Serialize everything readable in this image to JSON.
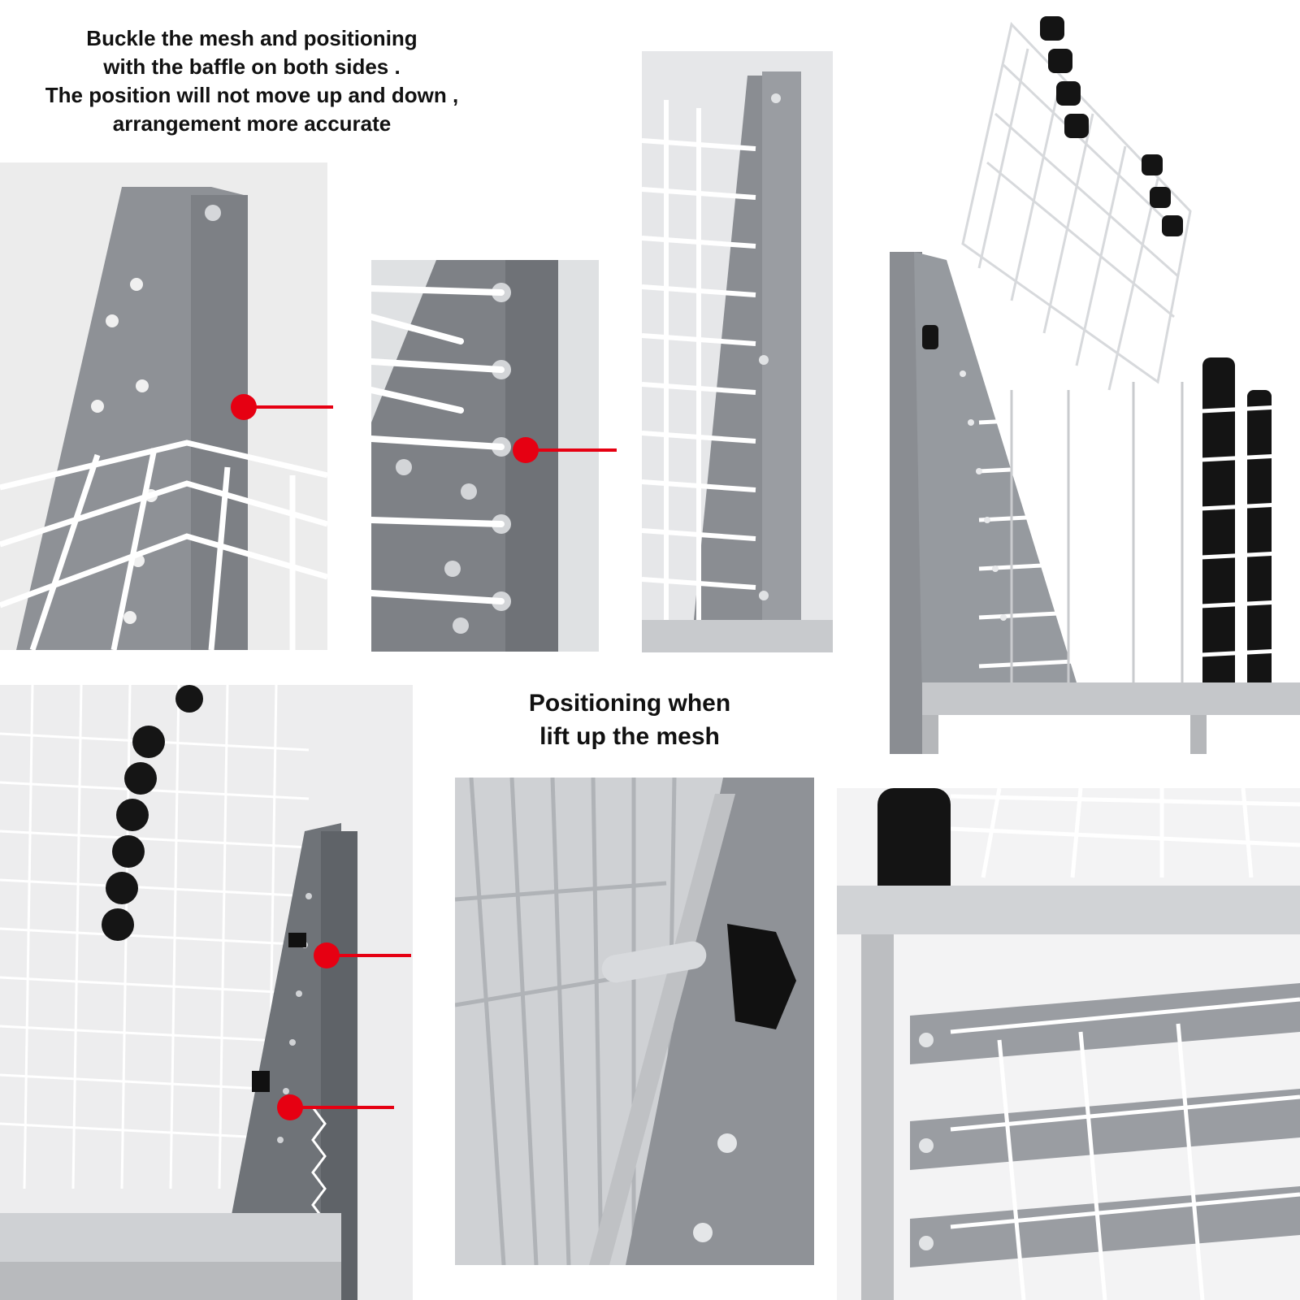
{
  "captions": {
    "top": [
      "Buckle the mesh and positioning",
      "with the baffle on both sides .",
      "The position will not move up and down ,",
      "arrangement more accurate"
    ],
    "middle": [
      "Positioning when",
      "lift up the mesh"
    ]
  },
  "colors": {
    "accent_red": "#e60012",
    "panel_gray": "#8a8d92",
    "wire_white": "#ffffff",
    "knob_black": "#151515"
  },
  "photos": [
    "bracket-closeup",
    "slot-closeup",
    "bracket-rail-side",
    "rack-lifted-mesh",
    "rack-lifted-side",
    "pin-closeup",
    "frame-closeup"
  ]
}
